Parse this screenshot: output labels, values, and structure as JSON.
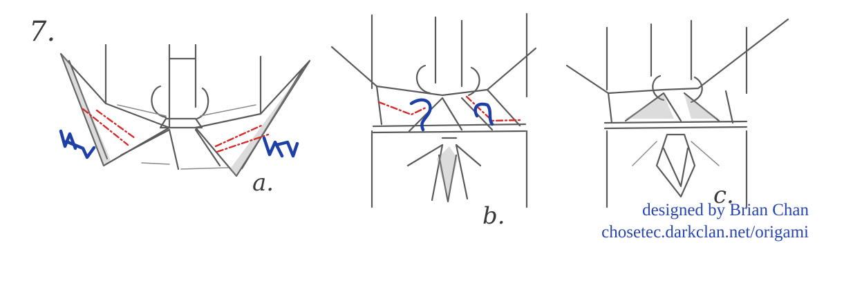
{
  "step": {
    "number": "7."
  },
  "panels": [
    {
      "label": "a."
    },
    {
      "label": "b."
    },
    {
      "label": "c."
    }
  ],
  "credit": {
    "line1": "designed by Brian Chan",
    "line2": "chosetec.darkclan.net/origami"
  },
  "colors": {
    "pencil": "#5a5a5a",
    "valley_fold": "#d62a2a",
    "annotation": "#1f3fa8",
    "credit_text": "#2846b0"
  },
  "icons": [
    "pleat-fold-symbol",
    "swivel-arrow"
  ]
}
